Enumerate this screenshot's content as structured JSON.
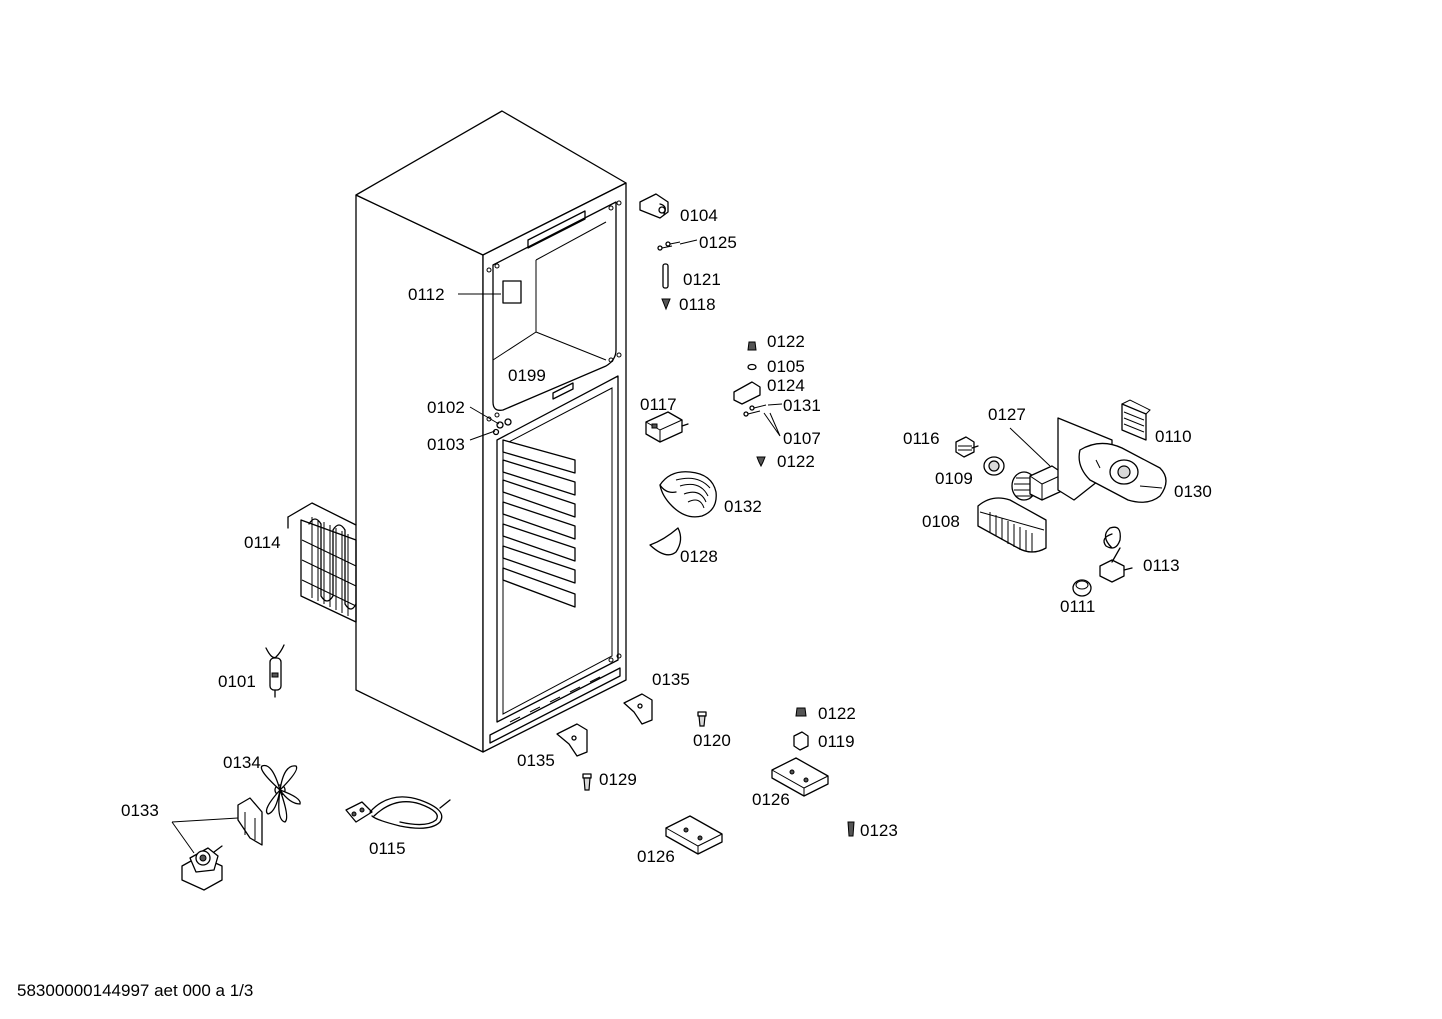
{
  "document_code": "58300000144997 aet 000 a 1/3",
  "labels": {
    "p0101": "0101",
    "p0102": "0102",
    "p0103": "0103",
    "p0104": "0104",
    "p0105": "0105",
    "p0107": "0107",
    "p0108": "0108",
    "p0109": "0109",
    "p0110": "0110",
    "p0111": "0111",
    "p0112": "0112",
    "p0113": "0113",
    "p0114": "0114",
    "p0115": "0115",
    "p0116": "0116",
    "p0117": "0117",
    "p0118": "0118",
    "p0119": "0119",
    "p0120": "0120",
    "p0121": "0121",
    "p0122a": "0122",
    "p0122b": "0122",
    "p0122c": "0122",
    "p0123": "0123",
    "p0124": "0124",
    "p0125": "0125",
    "p0126a": "0126",
    "p0126b": "0126",
    "p0127": "0127",
    "p0128": "0128",
    "p0129": "0129",
    "p0130": "0130",
    "p0131": "0131",
    "p0132": "0132",
    "p0133": "0133",
    "p0134": "0134",
    "p0135a": "0135",
    "p0135b": "0135",
    "p0199": "0199"
  }
}
